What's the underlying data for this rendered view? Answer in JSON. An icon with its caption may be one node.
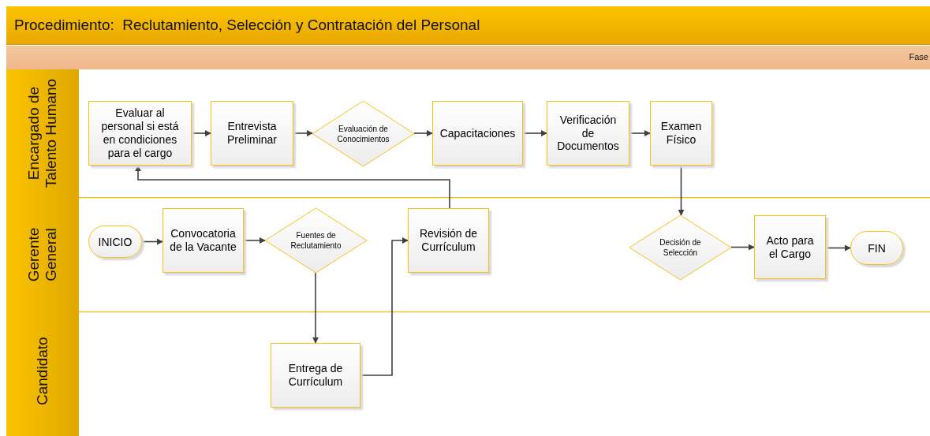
{
  "diagram": {
    "title": "Procedimiento:  Reclutamiento, Selección y Contratación del Personal",
    "nodes": [
      {
        "text": [
          "Encargado de Talento Humano"
        ]
      },
      {
        "text": [
          "Gerente General"
        ]
      },
      {
        "text": [
          "Candidato"
        ]
      },
      {
        "text": [
          "Evaluar al personal si está en condiciones para el cargo"
        ],
        "in": 0
      },
      {
        "text": [
          "Entrevista Preliminar"
        ],
        "in": 0
      },
      {
        "text": [
          "Evaluación de Conocimientos"
        ],
        "in": 0
      },
      {
        "text": [
          "Capacitaciones"
        ],
        "in": 0
      },
      {
        "text": [
          "Verificación de Documentos"
        ],
        "in": 0
      },
      {
        "text": [
          "Examen Físico"
        ],
        "in": 0
      },
      {
        "text": [
          "INICIO"
        ],
        "in": 1
      },
      {
        "text": [
          "Convocatoria de la Vacante"
        ],
        "in": 1
      },
      {
        "text": [
          "Fuentes de Reclutamiento"
        ],
        "in": 1
      },
      {
        "text": [
          "Revisión de Currículum"
        ],
        "in": 1
      },
      {
        "text": [
          "Decisión de Selección"
        ],
        "in": 1
      },
      {
        "text": [
          "Acto para el Cargo"
        ],
        "in": 1
      },
      {
        "text": [
          "FIN"
        ],
        "in": 1
      },
      {
        "text": [
          "Entrega de Currículum"
        ],
        "in": 2
      }
    ],
    "edges": [
      {
        "from": 3,
        "to": 4,
        "arrow": "to"
      },
      {
        "from": 4,
        "to": 5,
        "arrow": "to"
      },
      {
        "from": 5,
        "to": 6,
        "arrow": "to"
      },
      {
        "from": 6,
        "to": 7,
        "arrow": "to"
      },
      {
        "from": 7,
        "to": 8,
        "arrow": "to"
      },
      {
        "from": 12,
        "to": 3,
        "arrow": "to"
      },
      {
        "from": 9,
        "to": 10,
        "arrow": "to"
      },
      {
        "from": 10,
        "to": 11,
        "arrow": "to"
      },
      {
        "from": 11,
        "to": 16,
        "arrow": "to"
      },
      {
        "from": 16,
        "to": 12,
        "arrow": "to"
      },
      {
        "from": 8,
        "to": 13,
        "arrow": "to"
      },
      {
        "from": 13,
        "to": 14,
        "arrow": "to"
      },
      {
        "from": 14,
        "to": 15,
        "arrow": "to"
      }
    ],
    "labels": [
      "Fase"
    ]
  }
}
